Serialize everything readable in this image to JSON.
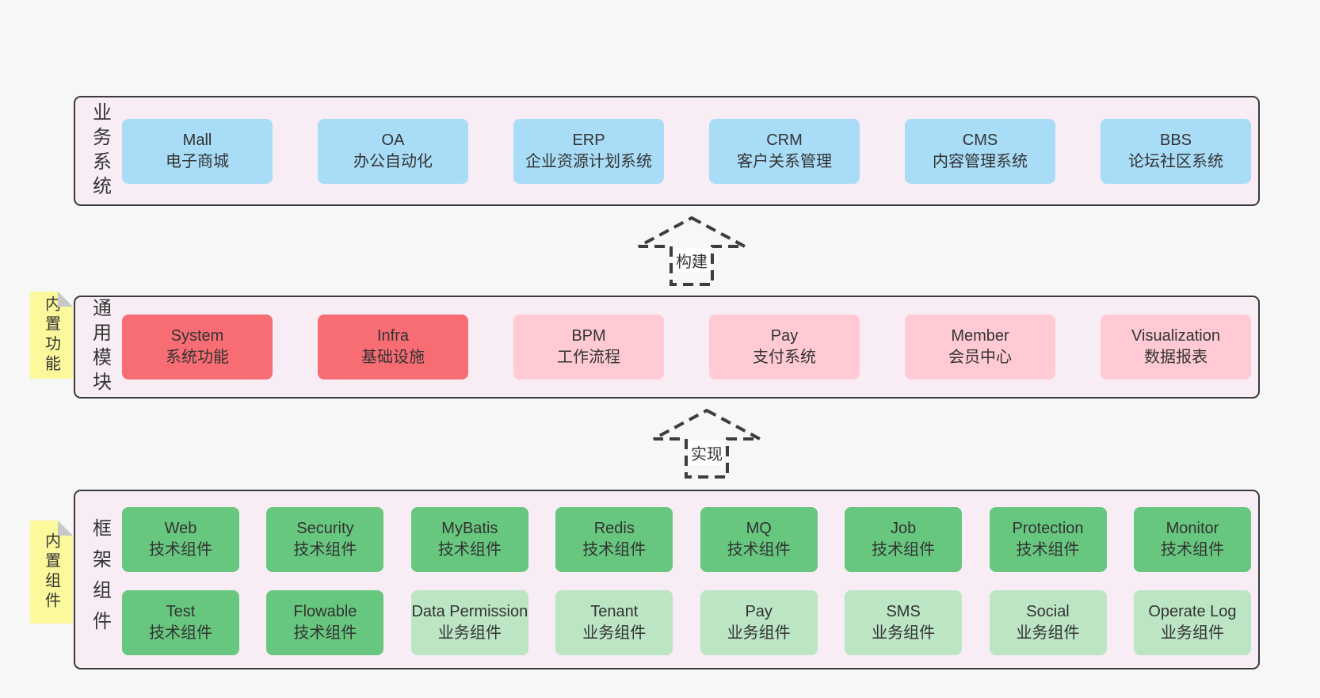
{
  "diagram": {
    "colors": {
      "page_bg": "#f7f7f7",
      "container_bg": "#f8edf5",
      "border": "#3a3a3a",
      "text": "#333333",
      "blue": "#a9dcf7",
      "red": "#f76d73",
      "pink": "#ffcad4",
      "green_dark": "#67c77e",
      "green_light": "#bce5c4",
      "sticky_yellow": "#fbf99c",
      "fold_gray": "#c8c8c8"
    },
    "arrows": [
      {
        "label": "构建"
      },
      {
        "label": "实现"
      }
    ],
    "stickies": [
      {
        "label": "内置功能"
      },
      {
        "label": "内置组件"
      }
    ],
    "layers": [
      {
        "label": "业务系统",
        "rows": [
          [
            {
              "name": "Mall",
              "desc": "电子商城",
              "variant": "blue"
            },
            {
              "name": "OA",
              "desc": "办公自动化",
              "variant": "blue"
            },
            {
              "name": "ERP",
              "desc": "企业资源计划系统",
              "variant": "blue"
            },
            {
              "name": "CRM",
              "desc": "客户关系管理",
              "variant": "blue"
            },
            {
              "name": "CMS",
              "desc": "内容管理系统",
              "variant": "blue"
            },
            {
              "name": "BBS",
              "desc": "论坛社区系统",
              "variant": "blue"
            }
          ]
        ]
      },
      {
        "label": "通用模块",
        "rows": [
          [
            {
              "name": "System",
              "desc": "系统功能",
              "variant": "red"
            },
            {
              "name": "Infra",
              "desc": "基础设施",
              "variant": "red"
            },
            {
              "name": "BPM",
              "desc": "工作流程",
              "variant": "pink"
            },
            {
              "name": "Pay",
              "desc": "支付系统",
              "variant": "pink"
            },
            {
              "name": "Member",
              "desc": "会员中心",
              "variant": "pink"
            },
            {
              "name": "Visualization",
              "desc": "数据报表",
              "variant": "pink"
            }
          ]
        ]
      },
      {
        "label": "框架组件",
        "rows": [
          [
            {
              "name": "Web",
              "desc": "技术组件",
              "variant": "green_dark"
            },
            {
              "name": "Security",
              "desc": "技术组件",
              "variant": "green_dark"
            },
            {
              "name": "MyBatis",
              "desc": "技术组件",
              "variant": "green_dark"
            },
            {
              "name": "Redis",
              "desc": "技术组件",
              "variant": "green_dark"
            },
            {
              "name": "MQ",
              "desc": "技术组件",
              "variant": "green_dark"
            },
            {
              "name": "Job",
              "desc": "技术组件",
              "variant": "green_dark"
            },
            {
              "name": "Protection",
              "desc": "技术组件",
              "variant": "green_dark"
            },
            {
              "name": "Monitor",
              "desc": "技术组件",
              "variant": "green_dark"
            }
          ],
          [
            {
              "name": "Test",
              "desc": "技术组件",
              "variant": "green_dark"
            },
            {
              "name": "Flowable",
              "desc": "技术组件",
              "variant": "green_dark"
            },
            {
              "name": "Data Permission",
              "desc": "业务组件",
              "variant": "green_light"
            },
            {
              "name": "Tenant",
              "desc": "业务组件",
              "variant": "green_light"
            },
            {
              "name": "Pay",
              "desc": "业务组件",
              "variant": "green_light"
            },
            {
              "name": "SMS",
              "desc": "业务组件",
              "variant": "green_light"
            },
            {
              "name": "Social",
              "desc": "业务组件",
              "variant": "green_light"
            },
            {
              "name": "Operate Log",
              "desc": "业务组件",
              "variant": "green_light"
            }
          ]
        ]
      }
    ]
  }
}
